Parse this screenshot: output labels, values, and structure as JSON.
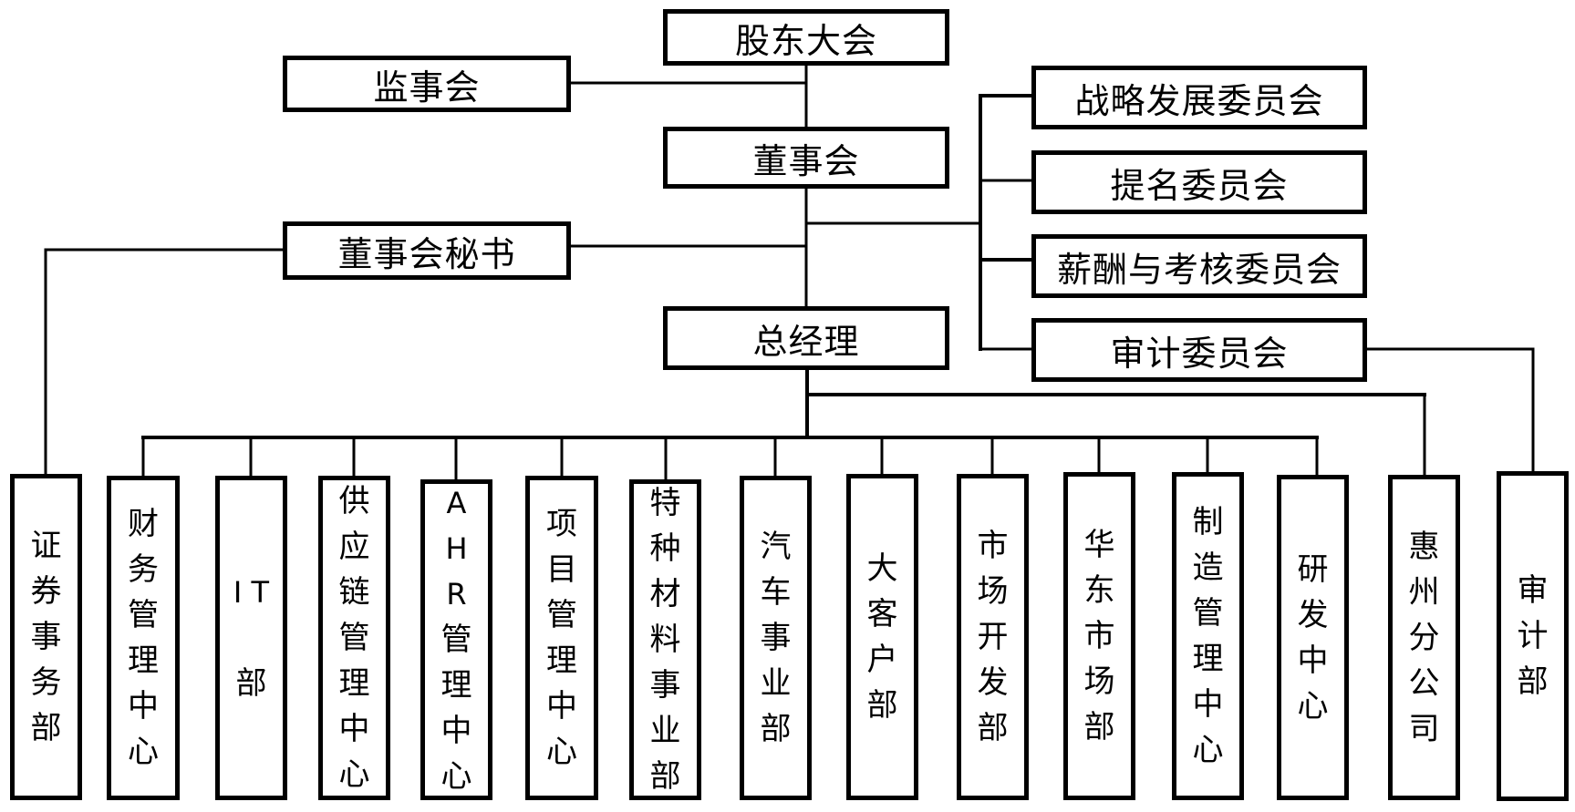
{
  "diagram": {
    "type": "organization-chart",
    "top_nodes": {
      "shareholders_meeting": "股东大会",
      "supervisory_board": "监事会",
      "board_of_directors": "董事会",
      "board_secretary": "董事会秘书",
      "general_manager": "总经理"
    },
    "committees": [
      "战略发展委员会",
      "提名委员会",
      "薪酬与考核委员会",
      "审计委员会"
    ],
    "departments": [
      {
        "label": "证券事务部",
        "reports_to": "董事会秘书"
      },
      {
        "label": "财务管理中心",
        "reports_to": "总经理"
      },
      {
        "label": "IT部",
        "reports_to": "总经理",
        "chars": [
          "I T",
          "",
          "部"
        ]
      },
      {
        "label": "供应链管理中心",
        "reports_to": "总经理"
      },
      {
        "label": "AHR管理中心",
        "reports_to": "总经理",
        "chars": [
          "A",
          "H",
          "R",
          "管",
          "理",
          "中",
          "心"
        ]
      },
      {
        "label": "项目管理中心",
        "reports_to": "总经理"
      },
      {
        "label": "特种材料事业部",
        "reports_to": "总经理"
      },
      {
        "label": "汽车事业部",
        "reports_to": "总经理"
      },
      {
        "label": "大客户部",
        "reports_to": "总经理"
      },
      {
        "label": "市场开发部",
        "reports_to": "总经理"
      },
      {
        "label": "华东市场部",
        "reports_to": "总经理"
      },
      {
        "label": "制造管理中心",
        "reports_to": "总经理"
      },
      {
        "label": "研发中心",
        "reports_to": "总经理"
      },
      {
        "label": "惠州分公司",
        "reports_to": "总经理"
      },
      {
        "label": "审计部",
        "reports_to": "审计委员会"
      }
    ]
  }
}
